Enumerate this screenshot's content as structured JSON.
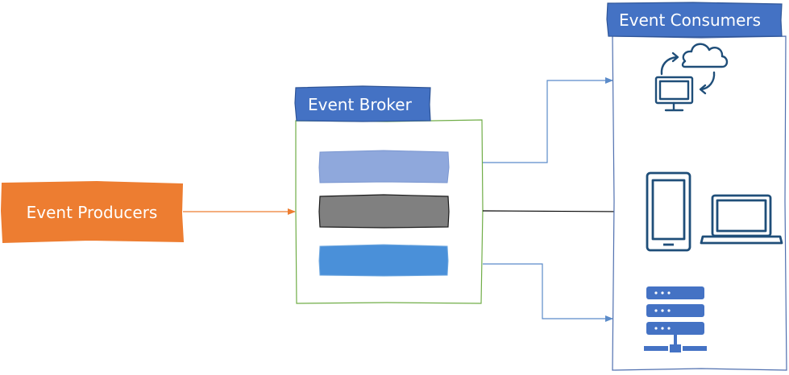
{
  "producers": {
    "label": "Event Producers",
    "color": "#ED7D31"
  },
  "broker": {
    "label": "Event Broker",
    "header_color": "#4472C4",
    "border_color": "#70AD47",
    "queues": [
      {
        "name": "queue-light-blue",
        "color": "#8FA8DC"
      },
      {
        "name": "queue-gray",
        "color": "#808080"
      },
      {
        "name": "queue-blue",
        "color": "#4A90D9"
      }
    ]
  },
  "consumers": {
    "label": "Event Consumers",
    "header_color": "#4472C4",
    "icon_color": "#1F4E79",
    "icons": [
      "cloud-sync-computer-icon",
      "phone-icon",
      "laptop-icon",
      "server-network-icon"
    ]
  },
  "connectors": {
    "producer_arrow_color": "#ED7D31",
    "consumer_arrow_color": "#5B8BC9",
    "middle_arrow_color": "#000000"
  }
}
